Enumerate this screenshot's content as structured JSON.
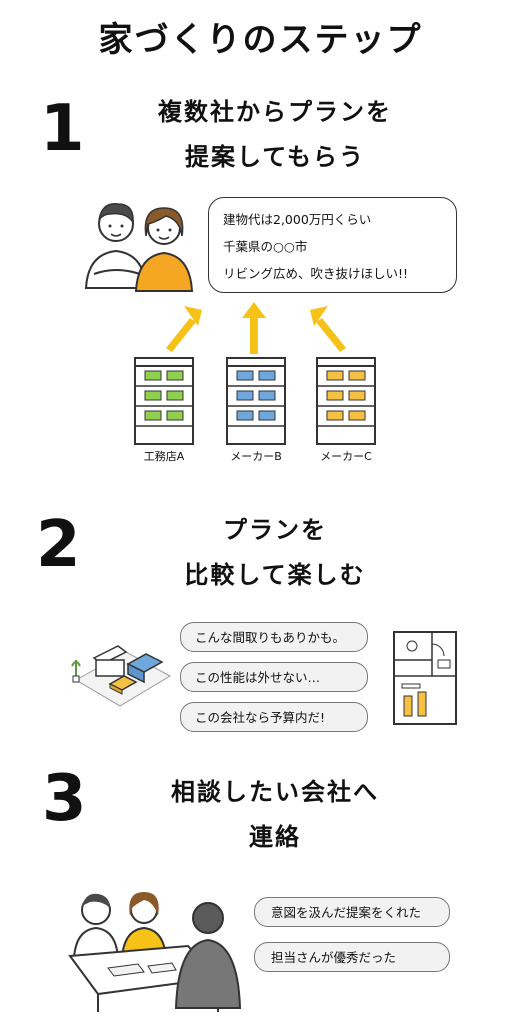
{
  "title": "家づくりのステップ",
  "step1": {
    "number": "1",
    "line1": "複数社からプランを",
    "line2": "提案してもらう",
    "request_lines": [
      "建物代は2,000万円くらい",
      "千葉県の○○市",
      "リビング広め、吹き抜けほしい!!"
    ],
    "companies": [
      "工務店A",
      "メーカーB",
      "メーカーC"
    ],
    "window_colors": [
      "#8fd14f",
      "#6fa8dc",
      "#f6c143"
    ]
  },
  "step2": {
    "number": "2",
    "line1": "プランを",
    "line2": "比較して楽しむ",
    "bubbles": [
      "こんな間取りもありかも。",
      "この性能は外せない…",
      "この会社なら予算内だ!"
    ]
  },
  "step3": {
    "number": "3",
    "line1": "相談したい会社へ",
    "line2": "連絡",
    "bubbles": [
      "意図を汲んだ提案をくれた",
      "担当さんが優秀だった"
    ]
  },
  "colors": {
    "arrow": "#f6c218",
    "accent_orange": "#f5a623",
    "line": "#333333"
  }
}
